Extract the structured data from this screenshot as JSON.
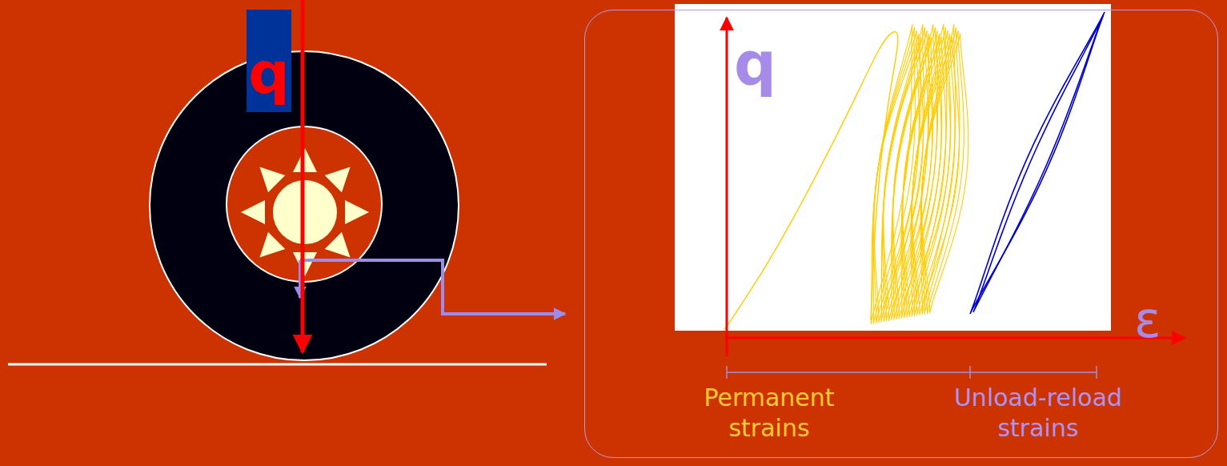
{
  "diagram": {
    "nodes": [
      {
        "text": [
          "q"
        ]
      },
      {
        "text": [
          "q",
          "ε",
          "Permanent strains",
          "Unload-reload strains"
        ]
      }
    ]
  }
}
